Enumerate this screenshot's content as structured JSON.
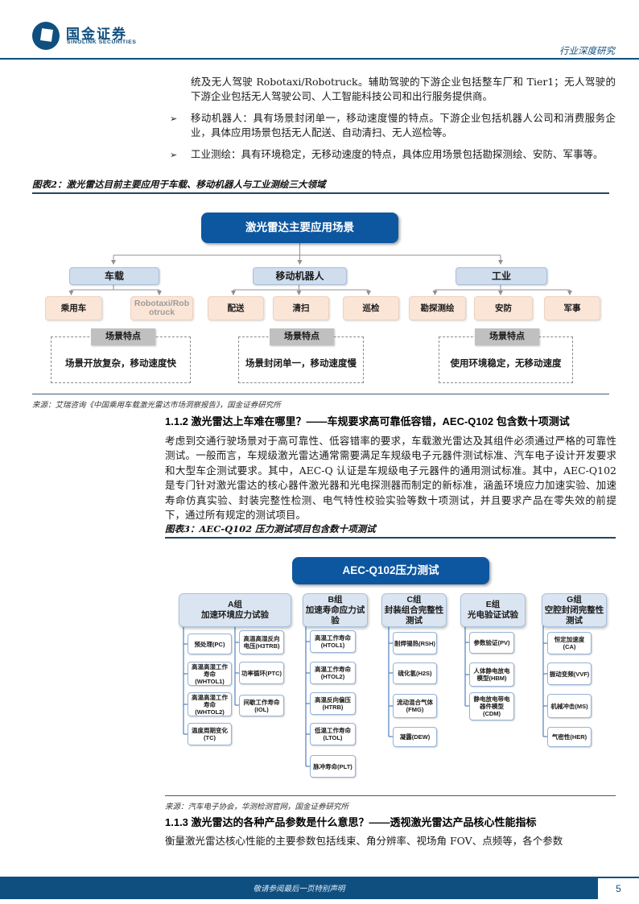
{
  "header": {
    "brand": "国金证券",
    "brand_sub": "SINOLINK SECURITIES",
    "category": "行业深度研究"
  },
  "intro": {
    "marker": "➢",
    "para1": "统及无人驾驶 Robotaxi/Robotruck。辅助驾驶的下游企业包括整车厂和 Tier1；无人驾驶的下游企业包括无人驾驶公司、人工智能科技公司和出行服务提供商。",
    "bullets": [
      "移动机器人：具有场景封闭单一，移动速度慢的特点。下游企业包括机器人公司和消费服务企业，具体应用场景包括无人配送、自动清扫、无人巡检等。",
      "工业测绘：具有环境稳定，无移动速度的特点，具体应用场景包括勘探测绘、安防、军事等。"
    ]
  },
  "figure2": {
    "title": "图表2：激光雷达目前主要应用于车载、移动机器人与工业测绘三大领域",
    "root": "激光雷达主要应用场景",
    "branches": [
      {
        "name": "车载",
        "children": [
          "乘用车",
          "Robotaxi/Robotruck"
        ],
        "feature_label": "场景特点",
        "feature": "场景开放复杂，移动速度快"
      },
      {
        "name": "移动机器人",
        "children": [
          "配送",
          "清扫",
          "巡检"
        ],
        "feature_label": "场景特点",
        "feature": "场景封闭单一，移动速度慢"
      },
      {
        "name": "工业",
        "children": [
          "勘探测绘",
          "安防",
          "军事"
        ],
        "feature_label": "场景特点",
        "feature": "使用环境稳定，无移动速度"
      }
    ],
    "source": "来源：艾瑞咨询《中国乘用车载激光雷达市场洞察报告》，国金证券研究所"
  },
  "section_112": {
    "heading": "1.1.2 激光雷达上车难在哪里？——车规要求高可靠低容错，AEC-Q102 包含数十项测试",
    "para": "考虑到交通行驶场景对于高可靠性、低容错率的要求，车载激光雷达及其组件必须通过严格的可靠性测试。一般而言，车规级激光雷达通常需要满足车规级电子元器件测试标准、汽车电子设计开发要求和大型车企测试要求。其中，AEC-Q 认证是车规级电子元器件的通用测试标准。其中，AEC-Q102 是专门针对激光雷达的核心器件激光器和光电探测器而制定的新标准，涵盖环境应力加速实验、加速寿命仿真实验、封装完整性检测、电气特性校验实验等数十项测试，并且要求产品在零失效的前提下，通过所有规定的测试项目。"
  },
  "figure3": {
    "title": "图表3：AEC-Q102 压力测试项目包含数十项测试",
    "root": "AEC-Q102压力测试",
    "groups": [
      {
        "code": "A组",
        "label": "加速环境应力试验",
        "columns": [
          [
            "预处理(PC)",
            "高温高湿工作寿命(WHTOL1)",
            "高温高湿工作寿命(WHTOL2)",
            "温度周期变化(TC)"
          ],
          [
            "高温高湿反向电压(H3TRB)",
            "功率循环(PTC)",
            "间歇工作寿命(IOL)"
          ]
        ]
      },
      {
        "code": "B组",
        "label": "加速寿命应力试验",
        "columns": [
          [
            "高温工作寿命(HTOL1)",
            "高温工作寿命(HTOL2)",
            "高温反向偏压(HTRB)",
            "低温工作寿命(LTOL)",
            "脉冲寿命(PLT)"
          ]
        ]
      },
      {
        "code": "C组",
        "label": "封装组合完整性测试",
        "columns": [
          [
            "耐焊锡热(RSH)",
            "硫化氢(H2S)",
            "流动混合气体(FMG)",
            "凝露(DEW)"
          ]
        ]
      },
      {
        "code": "E组",
        "label": "光电验证试验",
        "columns": [
          [
            "参数验证(PV)",
            "人体静电放电模型(HBM)",
            "静电放电带电器件模型(CDM)"
          ]
        ]
      },
      {
        "code": "G组",
        "label": "空腔封闭完整性测试",
        "columns": [
          [
            "恒定加速度(CA)",
            "振动变频(VVF)",
            "机械冲击(MS)",
            "气密性(HER)"
          ]
        ]
      }
    ],
    "source": "来源：汽车电子协会，华测检测官网，国金证券研究所"
  },
  "section_113": {
    "heading": "1.1.3 激光雷达的各种产品参数是什么意思？——透视激光雷达产品核心性能指标",
    "para": "衡量激光雷达核心性能的主要参数包括线束、角分辨率、视场角 FOV、点频等，各个参数"
  },
  "footer": {
    "disclaimer": "敬请参阅最后一页特别声明",
    "page": "5"
  },
  "colors": {
    "brand_blue": "#0e4f80",
    "node_blue": "#0d57a0",
    "level2_fill": "#cfdded",
    "level3_fill": "#fbe5d6",
    "feature_gray": "#c0c0c0",
    "connector_gray": "#909090",
    "connector_blue": "#4f81bd"
  }
}
